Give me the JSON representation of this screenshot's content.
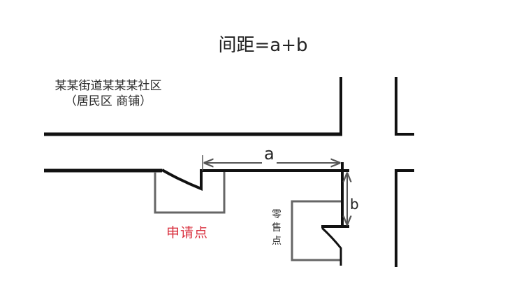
{
  "title": "间距=a+b",
  "community_label": {
    "line1": "某某街道某某某社区",
    "line2": "（居民区 商铺）"
  },
  "application_point": {
    "label": "申请点",
    "color": "#d9303e"
  },
  "retail_point": {
    "label": "零售点"
  },
  "dimensions": {
    "a_label": "a",
    "b_label": "b"
  },
  "colors": {
    "road_line": "#111111",
    "building_outline": "#666666",
    "background": "#ffffff"
  }
}
